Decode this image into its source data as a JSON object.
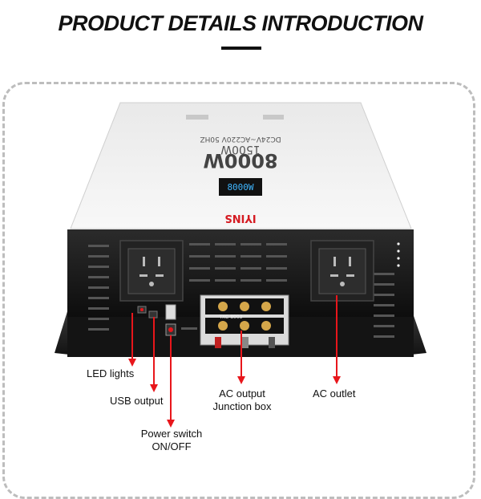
{
  "header": {
    "title": "PRODUCT DETAILS INTRODUCTION"
  },
  "device": {
    "brand_text": "IYINS",
    "model_text": "8000W",
    "watt_sub_text": "1500W",
    "spec_text": "DC24V~AC220V 50HZ",
    "display_text": "8000W",
    "terminal_label": "TXC-8003"
  },
  "callouts": {
    "led_lights": "LED lights",
    "usb_output": "USB output",
    "power_switch_line1": "Power switch",
    "power_switch_line2": "ON/OFF",
    "ac_output_line1": "AC output",
    "ac_output_line2": "Junction box",
    "ac_outlet": "AC outlet"
  },
  "colors": {
    "callout_red": "#e8161b",
    "panel_black": "#1a1a1a",
    "housing_white": "#f1f1f1"
  }
}
